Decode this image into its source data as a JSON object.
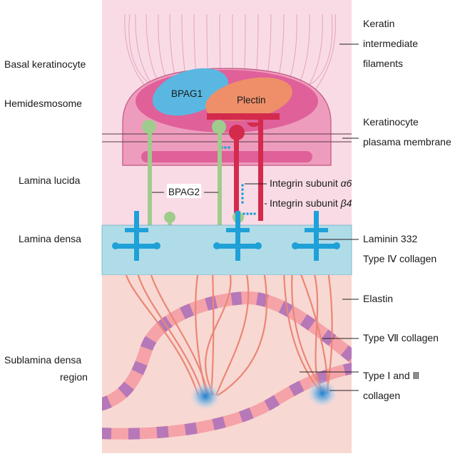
{
  "left_labels": {
    "basal_keratinocyte": "Basal keratinocyte",
    "hemidesmosome": "Hemidesmosome",
    "lamina_lucida": "Lamina lucida",
    "lamina_densa": "Lamina densa",
    "sublamina_line1": "Sublamina densa",
    "sublamina_line2": "region"
  },
  "right_labels": {
    "keratin_line1": "Keratin",
    "keratin_line2": "intermediate",
    "keratin_line3": "filaments",
    "membrane_line1": "Keratinocyte",
    "membrane_line2": "plasama membrane",
    "integrin_a6_prefix": "Integrin subunit ",
    "integrin_a6_greek": "α6",
    "integrin_b4_prefix": "Integrin subunit ",
    "integrin_b4_greek": "β4",
    "laminin": "Laminin 332",
    "collagen_iv": "Type Ⅳ collagen",
    "elastin": "Elastin",
    "collagen_vii": "Type Ⅶ collagen",
    "collagen_i_iii_line1": "Type Ⅰ and Ⅲ",
    "collagen_i_iii_line2": "collagen"
  },
  "inner_labels": {
    "bpag1": "BPAG1",
    "plectin": "Plectin",
    "bpag2": "BPAG2"
  },
  "colors": {
    "cell_bg": "#f9dbe6",
    "hemidesmosome_outer": "#ee9cbd",
    "hemidesmosome_inner": "#e0609a",
    "bpag1": "#5ab7e2",
    "plectin": "#ee8f6a",
    "integrin": "#d42a4c",
    "bpag2": "#9fcc8c",
    "lamina_densa": "#b0dce8",
    "laminin": "#1fa1d8",
    "anchoring": "#eb8676",
    "dermis": "#f8d8d2",
    "fiber_light": "#f5a3a8",
    "fiber_dark": "#b678b8"
  }
}
